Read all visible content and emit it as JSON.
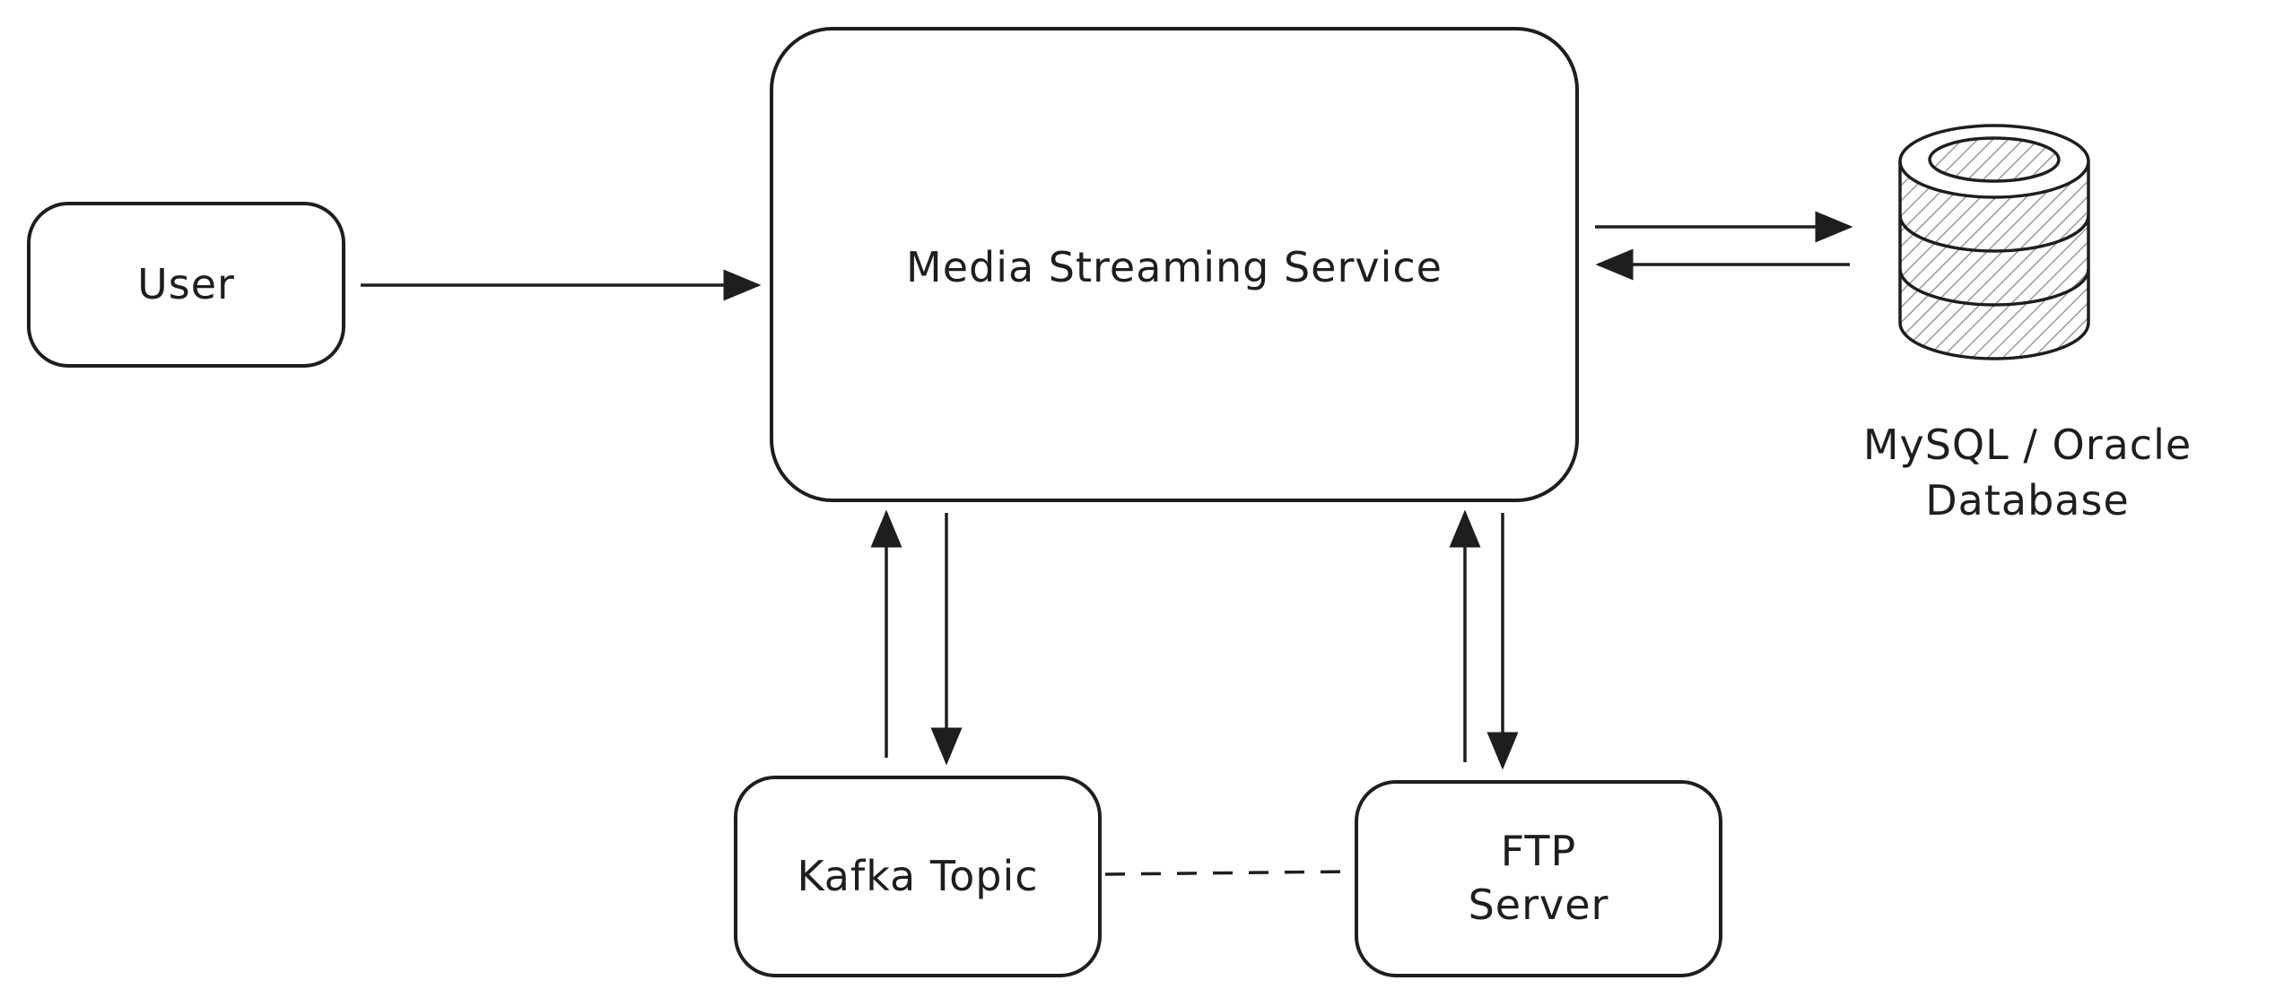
{
  "diagram": {
    "nodes": {
      "user": {
        "label": "User"
      },
      "media_streaming_service": {
        "label": "Media Streaming Service"
      },
      "kafka_topic": {
        "label": "Kafka Topic"
      },
      "ftp_server": {
        "label": "FTP\nServer"
      },
      "database": {
        "label": "MySQL / Oracle\nDatabase",
        "icon": "database-icon"
      }
    },
    "edges": [
      {
        "from": "User",
        "to": "Media Streaming Service",
        "style": "solid"
      },
      {
        "from": "Media Streaming Service",
        "to": "MySQL / Oracle Database",
        "style": "solid"
      },
      {
        "from": "MySQL / Oracle Database",
        "to": "Media Streaming Service",
        "style": "solid"
      },
      {
        "from": "Kafka Topic",
        "to": "Media Streaming Service",
        "style": "solid"
      },
      {
        "from": "Media Streaming Service",
        "to": "Kafka Topic",
        "style": "solid"
      },
      {
        "from": "FTP Server",
        "to": "Media Streaming Service",
        "style": "solid"
      },
      {
        "from": "Media Streaming Service",
        "to": "FTP Server",
        "style": "solid"
      },
      {
        "from": "Kafka Topic",
        "to": "FTP Server",
        "style": "dashed"
      }
    ],
    "colors": {
      "stroke": "#1e1e1e",
      "background": "#ffffff",
      "db_hatch": "#9a9a9a"
    }
  }
}
